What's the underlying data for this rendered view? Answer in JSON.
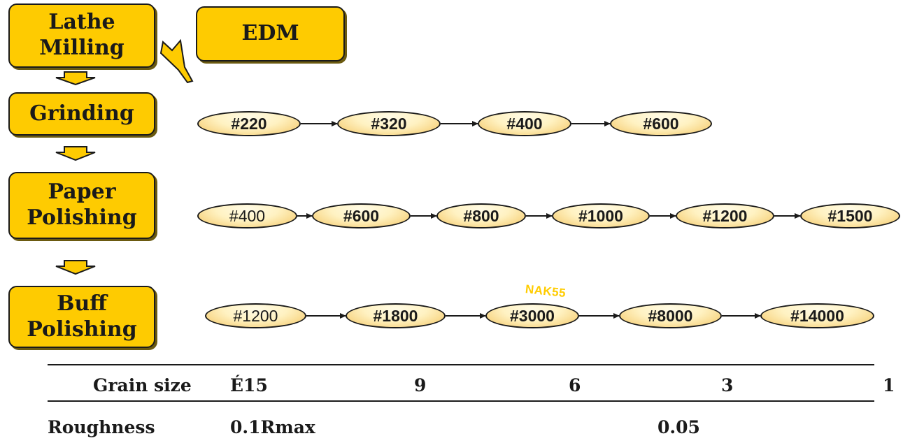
{
  "process_steps": [
    {
      "id": "lathe-milling",
      "label_lines": [
        "Lathe",
        "Milling"
      ]
    },
    {
      "id": "edm",
      "label_lines": [
        "EDM"
      ]
    },
    {
      "id": "grinding",
      "label_lines": [
        "Grinding"
      ]
    },
    {
      "id": "paper-polishing",
      "label_lines": [
        "Paper",
        "Polishing"
      ]
    },
    {
      "id": "buff-polishing",
      "label_lines": [
        "Buff",
        "Polishing"
      ]
    }
  ],
  "sequences": {
    "grinding": [
      "#220",
      "#320",
      "#400",
      "#600"
    ],
    "paper_polishing": [
      "#400",
      "#600",
      "#800",
      "#1000",
      "#1200",
      "#1500"
    ],
    "buff_polishing": [
      "#1200",
      "#1800",
      "#3000",
      "#8000",
      "#14000"
    ]
  },
  "annotation": {
    "text": "NAK55",
    "color": "#ffcc00"
  },
  "scale": {
    "grain_size_label": "Grain size",
    "grain_size_values": [
      "É15",
      "9",
      "6",
      "3",
      "1"
    ],
    "roughness_label": "Roughness",
    "roughness_values": [
      "0.1Rmax",
      "0.05"
    ]
  },
  "colors": {
    "box_fill": "#fecb01",
    "pill_highlight": "#fff2c2",
    "outline": "#1a1a1a"
  }
}
